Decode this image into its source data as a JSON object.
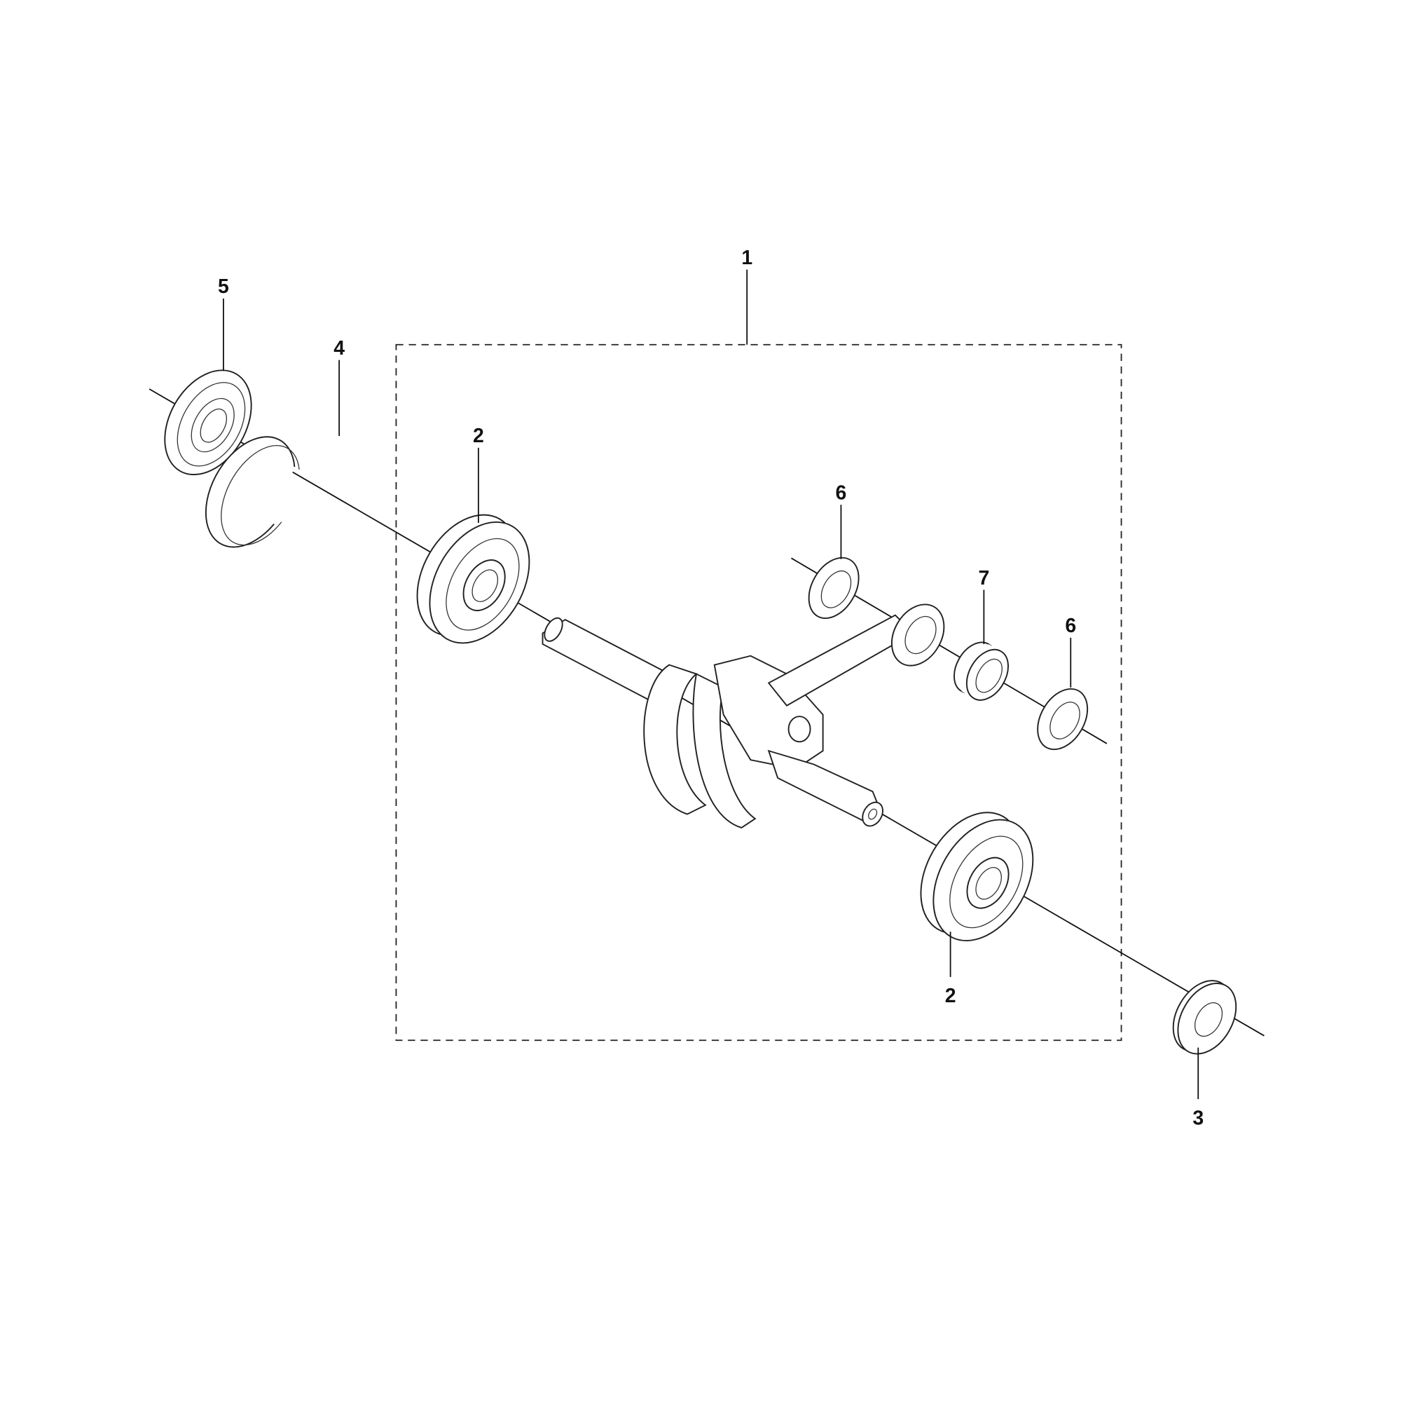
{
  "diagram": {
    "type": "exploded parts diagram",
    "callouts": [
      {
        "id": "callout-1",
        "number": "1",
        "part": "crankshaft-assembly"
      },
      {
        "id": "callout-2a",
        "number": "2",
        "part": "ball-bearing-left"
      },
      {
        "id": "callout-2b",
        "number": "2",
        "part": "ball-bearing-right"
      },
      {
        "id": "callout-3",
        "number": "3",
        "part": "washer"
      },
      {
        "id": "callout-4",
        "number": "4",
        "part": "retaining-ring"
      },
      {
        "id": "callout-5",
        "number": "5",
        "part": "oil-seal"
      },
      {
        "id": "callout-6a",
        "number": "6",
        "part": "thrust-washer-upper"
      },
      {
        "id": "callout-6b",
        "number": "6",
        "part": "thrust-washer-lower"
      },
      {
        "id": "callout-7",
        "number": "7",
        "part": "needle-bearing"
      }
    ]
  }
}
